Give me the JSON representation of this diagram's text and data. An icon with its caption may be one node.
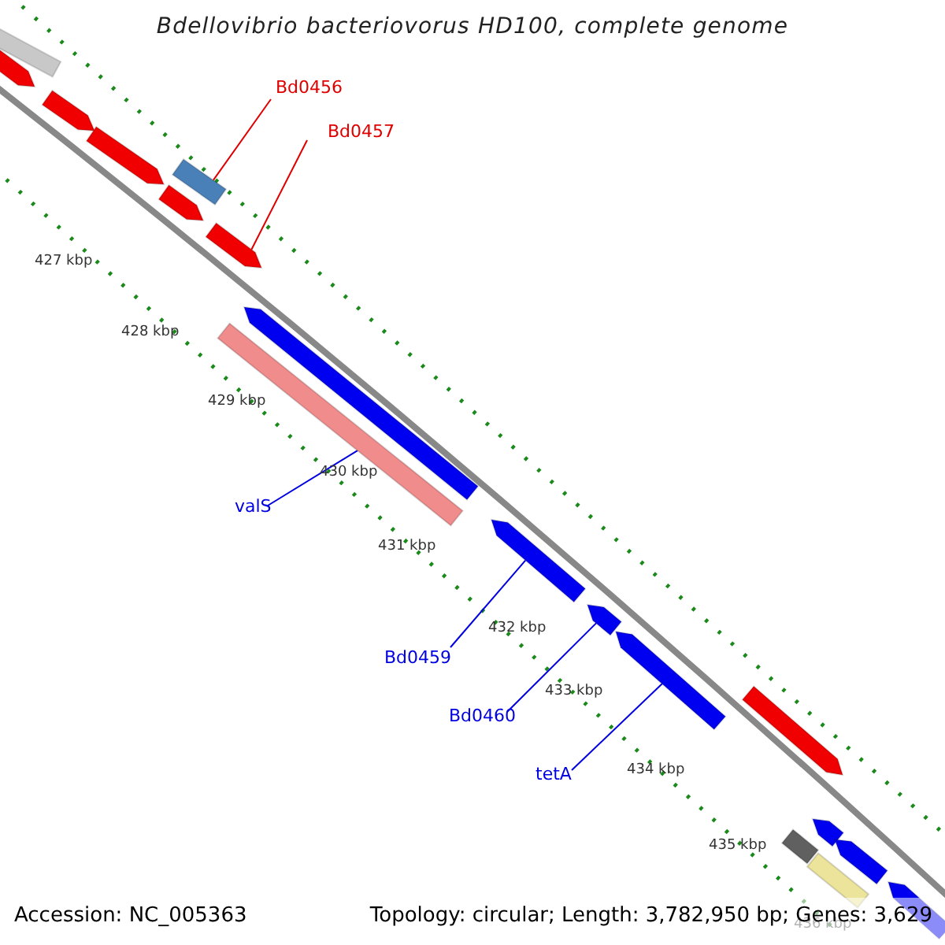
{
  "diagram": {
    "title": "Bdellovibrio bacteriovorus HD100, complete genome",
    "nodes": [
      {
        "text": [],
        "shape": "bar"
      },
      {
        "text": [],
        "shape": "arrow"
      },
      {
        "text": [
          "Bd0456"
        ]
      },
      {
        "text": [],
        "shape": "arrow"
      },
      {
        "text": [],
        "shape": "arrow"
      },
      {
        "text": [],
        "shape": "bar"
      },
      {
        "text": [
          "Bd0457"
        ]
      },
      {
        "text": [],
        "shape": "arrow"
      },
      {
        "text": [],
        "shape": "arrow"
      },
      {
        "text": [],
        "shape": "arrow"
      },
      {
        "text": [],
        "shape": "bar"
      },
      {
        "text": [
          "valS"
        ]
      },
      {
        "text": [],
        "shape": "arrow"
      },
      {
        "text": [
          "Bd0459"
        ]
      },
      {
        "text": [],
        "shape": "arrow"
      },
      {
        "text": [
          "Bd0460"
        ]
      },
      {
        "text": [],
        "shape": "arrow"
      },
      {
        "text": [
          "tetA"
        ]
      },
      {
        "text": [],
        "shape": "arrow"
      },
      {
        "text": [],
        "shape": "bar"
      },
      {
        "text": [],
        "shape": "arrow"
      },
      {
        "text": [],
        "shape": "bar"
      },
      {
        "text": [],
        "shape": "arrow"
      },
      {
        "text": [],
        "shape": "arrow"
      }
    ],
    "edges": [
      {
        "from": 2,
        "to": 5,
        "arrow": "none",
        "color": "#e00000"
      },
      {
        "from": 6,
        "to": 8,
        "arrow": "none",
        "color": "#e00000"
      },
      {
        "from": 11,
        "to": 10,
        "arrow": "none"
      },
      {
        "from": 13,
        "to": 12,
        "arrow": "none"
      },
      {
        "from": 15,
        "to": 14,
        "arrow": "none"
      },
      {
        "from": 17,
        "to": 16,
        "arrow": "none"
      }
    ],
    "labels": [
      "427 kbp",
      "428 kbp",
      "429 kbp",
      "430 kbp",
      "431 kbp",
      "432 kbp",
      "433 kbp",
      "434 kbp",
      "435 kbp",
      "436 kbp",
      "Accession: NC_005363",
      "Topology: circular; Length: 3,782,950 bp; Genes: 3,629"
    ]
  }
}
